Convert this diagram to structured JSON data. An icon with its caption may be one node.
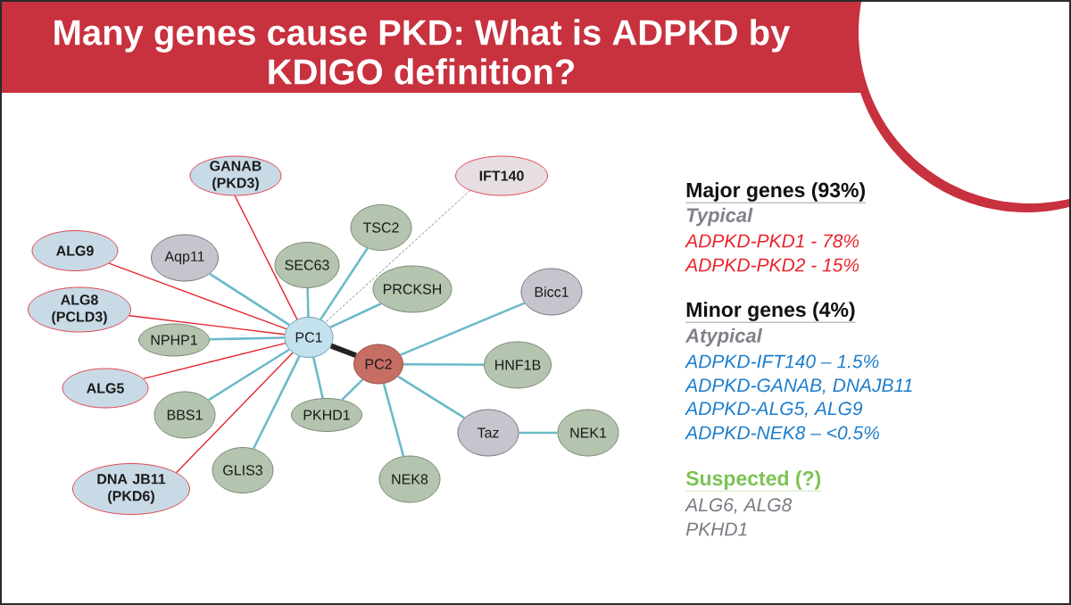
{
  "diagram": {
    "title": "Many genes cause PKD: What is ADPKD by KDIGO definition?",
    "nodes": [
      {
        "text": [
          "GANAB (PKD3)"
        ]
      },
      {
        "text": [
          "IFT140"
        ]
      },
      {
        "text": [
          "TSC2"
        ]
      },
      {
        "text": [
          "ALG9"
        ]
      },
      {
        "text": [
          "Aqp11"
        ]
      },
      {
        "text": [
          "SEC63"
        ]
      },
      {
        "text": [
          "PRCKSH"
        ]
      },
      {
        "text": [
          "Bicc1"
        ]
      },
      {
        "text": [
          "ALG8 (PCLD3)"
        ]
      },
      {
        "text": [
          "NPHP1"
        ]
      },
      {
        "text": [
          "PC1"
        ]
      },
      {
        "text": [
          "PC2"
        ]
      },
      {
        "text": [
          "HNF1B"
        ]
      },
      {
        "text": [
          "ALG5"
        ]
      },
      {
        "text": [
          "BBS1"
        ]
      },
      {
        "text": [
          "PKHD1"
        ]
      },
      {
        "text": [
          "Taz"
        ]
      },
      {
        "text": [
          "NEK1"
        ]
      },
      {
        "text": [
          "GLIS3"
        ]
      },
      {
        "text": [
          "DNA JB11 (PKD6)"
        ]
      },
      {
        "text": [
          "NEK8"
        ]
      }
    ],
    "edges": [
      {
        "from": 0,
        "to": 10,
        "arrow": "none",
        "color": "#e3262d"
      },
      {
        "from": 1,
        "to": 10,
        "arrow": "none",
        "style": "dashed",
        "color": "#555555"
      },
      {
        "from": 2,
        "to": 10,
        "arrow": "none"
      },
      {
        "from": 3,
        "to": 10,
        "arrow": "none",
        "color": "#e3262d"
      },
      {
        "from": 4,
        "to": 10,
        "arrow": "none"
      },
      {
        "from": 5,
        "to": 10,
        "arrow": "none"
      },
      {
        "from": 6,
        "to": 10,
        "arrow": "none"
      },
      {
        "from": 8,
        "to": 10,
        "arrow": "none",
        "color": "#e3262d"
      },
      {
        "from": 9,
        "to": 10,
        "arrow": "none"
      },
      {
        "from": 10,
        "to": 11,
        "arrow": "none",
        "style": "thick",
        "color": "#222222"
      },
      {
        "from": 11,
        "to": 7,
        "arrow": "none"
      },
      {
        "from": 11,
        "to": 12,
        "arrow": "none"
      },
      {
        "from": 13,
        "to": 10,
        "arrow": "none",
        "color": "#e3262d"
      },
      {
        "from": 14,
        "to": 10,
        "arrow": "none"
      },
      {
        "from": 15,
        "to": 10,
        "arrow": "none"
      },
      {
        "from": 15,
        "to": 11,
        "arrow": "none"
      },
      {
        "from": 11,
        "to": 16,
        "arrow": "none"
      },
      {
        "from": 16,
        "to": 17,
        "arrow": "none"
      },
      {
        "from": 18,
        "to": 10,
        "arrow": "none"
      },
      {
        "from": 19,
        "to": 10,
        "arrow": "none",
        "color": "#e3262d"
      },
      {
        "from": 11,
        "to": 20,
        "arrow": "none"
      }
    ],
    "labels": [
      "Major genes (93%)",
      "Typical",
      "ADPKD-PKD1 - 78%",
      "ADPKD-PKD2 - 15%",
      "Minor genes (4%)",
      "Atypical",
      "ADPKD-IFT140 – 1.5%",
      "ADPKD-GANAB, DNAJB11",
      "ADPKD-ALG5, ALG9",
      "ADPKD-NEK8 – <0.5%",
      "Suspected (?)",
      "ALG6, ALG8",
      "PKHD1"
    ]
  }
}
